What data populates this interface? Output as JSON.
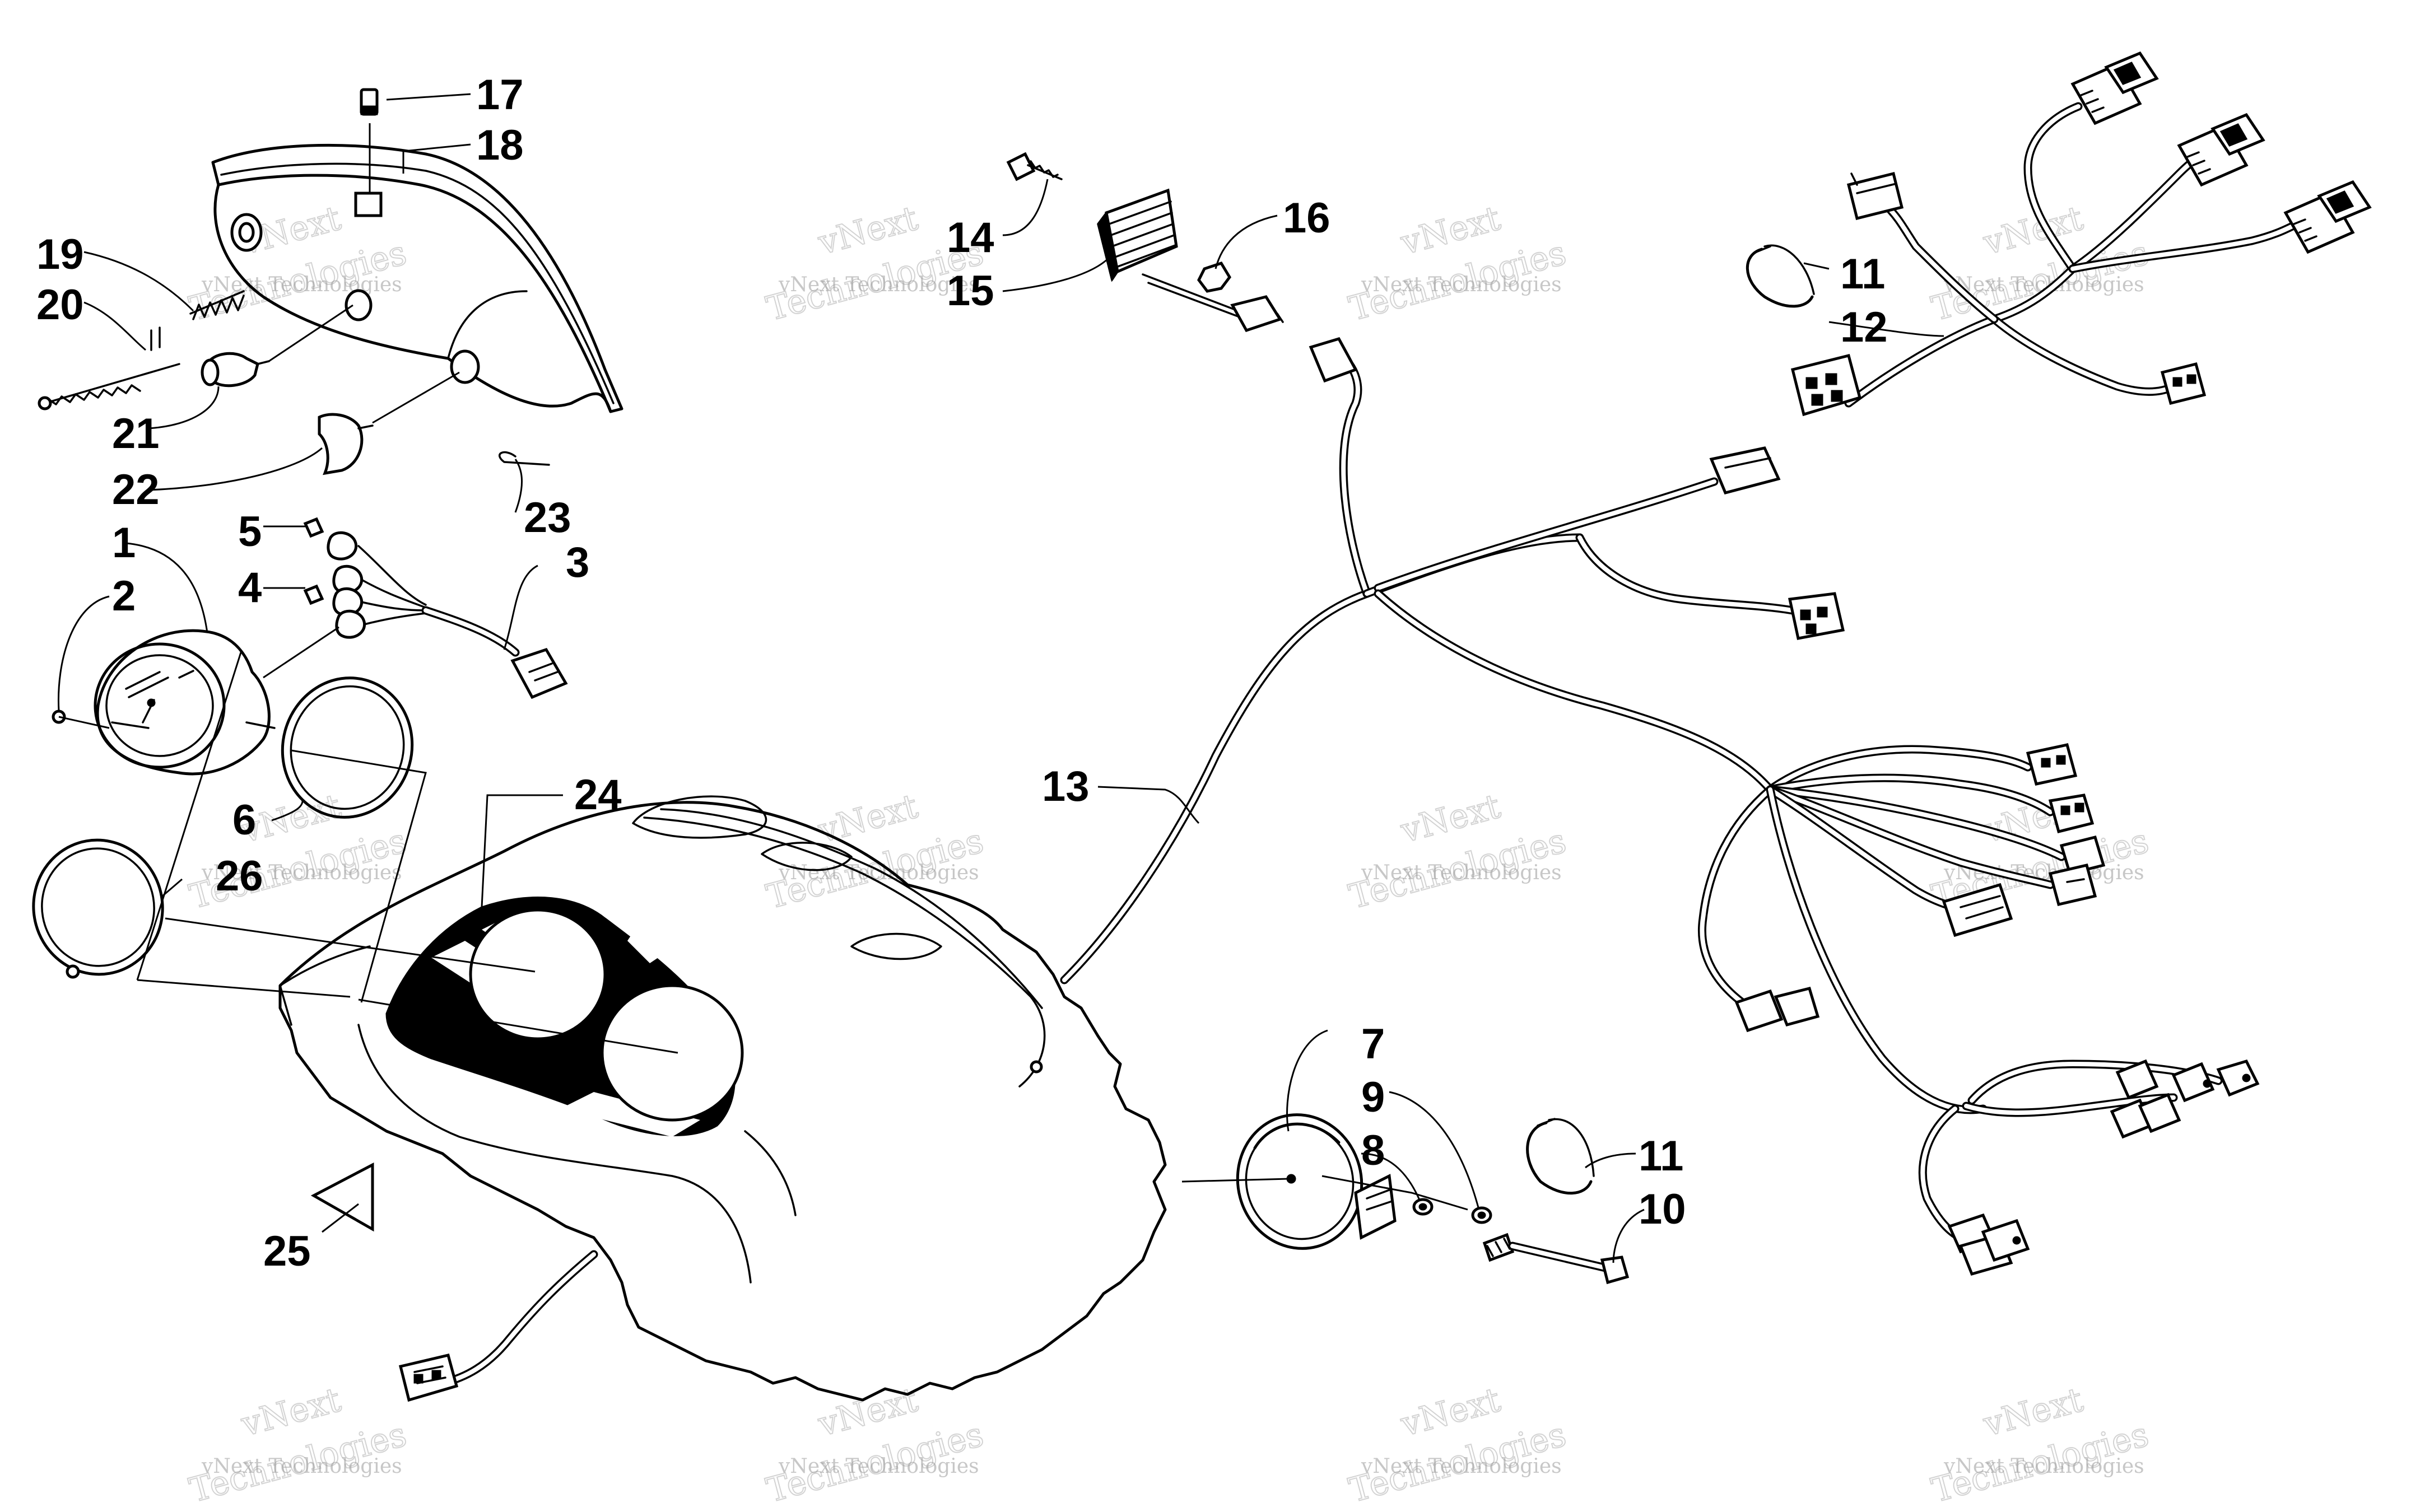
{
  "callouts": [
    {
      "id": "c1",
      "text": "1"
    },
    {
      "id": "c2",
      "text": "2"
    },
    {
      "id": "c3",
      "text": "3"
    },
    {
      "id": "c4",
      "text": "4"
    },
    {
      "id": "c5",
      "text": "5"
    },
    {
      "id": "c6",
      "text": "6"
    },
    {
      "id": "c7",
      "text": "7"
    },
    {
      "id": "c8",
      "text": "8"
    },
    {
      "id": "c9",
      "text": "9"
    },
    {
      "id": "c10",
      "text": "10"
    },
    {
      "id": "c11a",
      "text": "11"
    },
    {
      "id": "c11b",
      "text": "11"
    },
    {
      "id": "c12",
      "text": "12"
    },
    {
      "id": "c13",
      "text": "13"
    },
    {
      "id": "c14",
      "text": "14"
    },
    {
      "id": "c15",
      "text": "15"
    },
    {
      "id": "c16",
      "text": "16"
    },
    {
      "id": "c17",
      "text": "17"
    },
    {
      "id": "c18",
      "text": "18"
    },
    {
      "id": "c19",
      "text": "19"
    },
    {
      "id": "c20",
      "text": "20"
    },
    {
      "id": "c21",
      "text": "21"
    },
    {
      "id": "c22",
      "text": "22"
    },
    {
      "id": "c23",
      "text": "23"
    },
    {
      "id": "c24",
      "text": "24"
    },
    {
      "id": "c25",
      "text": "25"
    },
    {
      "id": "c26",
      "text": "26"
    }
  ],
  "watermark": {
    "line_small": "vNext Technologies",
    "line_big_1": "vNext",
    "line_big_2": "Technologies"
  }
}
